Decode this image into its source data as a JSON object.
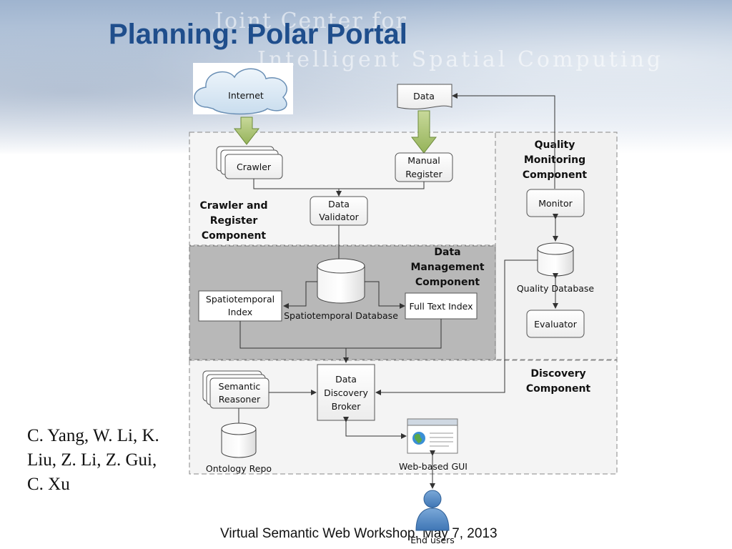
{
  "slide": {
    "title": "Planning: Polar Portal",
    "banner_line1": "Joint Center for",
    "banner_line2": "Intelligent Spatial Computing",
    "authors": "C. Yang, W. Li, K. Liu, Z. Li, Z. Gui, C. Xu",
    "footer": "Virtual Semantic Web Workshop, May 7, 2013"
  },
  "diagram": {
    "internet": "Internet",
    "data": "Data",
    "crawler": "Crawler",
    "manual_register": [
      "Manual",
      "Register"
    ],
    "data_validator": [
      "Data",
      "Validator"
    ],
    "crawler_component": [
      "Crawler and",
      "Register",
      "Component"
    ],
    "quality_component": [
      "Quality",
      "Monitoring",
      "Component"
    ],
    "monitor": "Monitor",
    "quality_database": "Quality Database",
    "evaluator": "Evaluator",
    "data_management_component": [
      "Data",
      "Management",
      "Component"
    ],
    "spatiotemporal_index": [
      "Spatiotemporal",
      "Index"
    ],
    "spatiotemporal_database": "Spatiotemporal Database",
    "full_text_index": "Full Text Index",
    "discovery_component": [
      "Discovery",
      "Component"
    ],
    "semantic_reasoner": [
      "Semantic",
      "Reasoner"
    ],
    "data_discovery_broker": [
      "Data",
      "Discovery",
      "Broker"
    ],
    "ontology_repo": "Ontology Repo",
    "web_gui": "Web-based GUI",
    "end_users": "End users"
  }
}
